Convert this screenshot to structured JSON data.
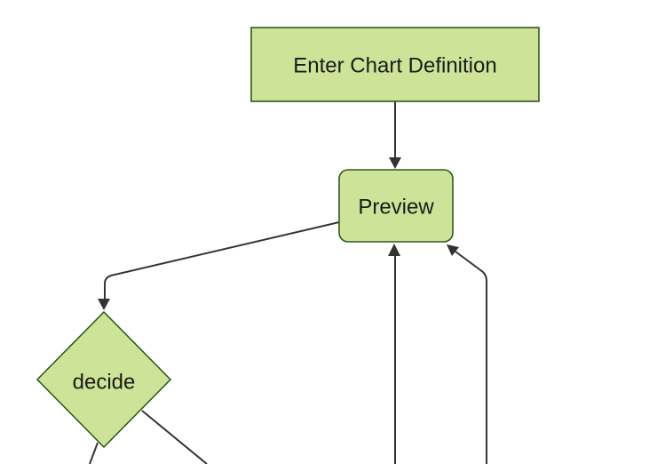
{
  "diagram": {
    "type": "flowchart",
    "direction": "top-down",
    "background": "#ffffff",
    "colors": {
      "node_fill": "#cde498",
      "node_border": "#2f5a1b",
      "edge": "#333333",
      "label_text": "#1a1a1a"
    },
    "nodes": [
      {
        "id": "enter-chart-definition",
        "shape": "rectangle",
        "label": "Enter Chart Definition"
      },
      {
        "id": "preview",
        "shape": "rounded-rectangle",
        "label": "Preview"
      },
      {
        "id": "decide",
        "shape": "diamond",
        "label": "decide"
      }
    ],
    "edges": [
      {
        "from": "enter-chart-definition",
        "to": "preview",
        "arrow": "into-preview-top"
      },
      {
        "from": "preview",
        "to": "decide",
        "arrow": "into-decide-top"
      },
      {
        "from": "decide",
        "to": "offscreen-bottom-left",
        "arrow": "none-visible"
      },
      {
        "from": "decide",
        "to": "offscreen-bottom-right",
        "arrow": "none-visible"
      },
      {
        "from": "offscreen-bottom",
        "to": "preview",
        "arrow": "into-preview-bottom"
      },
      {
        "from": "offscreen-bottom-right",
        "to": "preview",
        "arrow": "into-preview-bottom-right"
      }
    ]
  }
}
